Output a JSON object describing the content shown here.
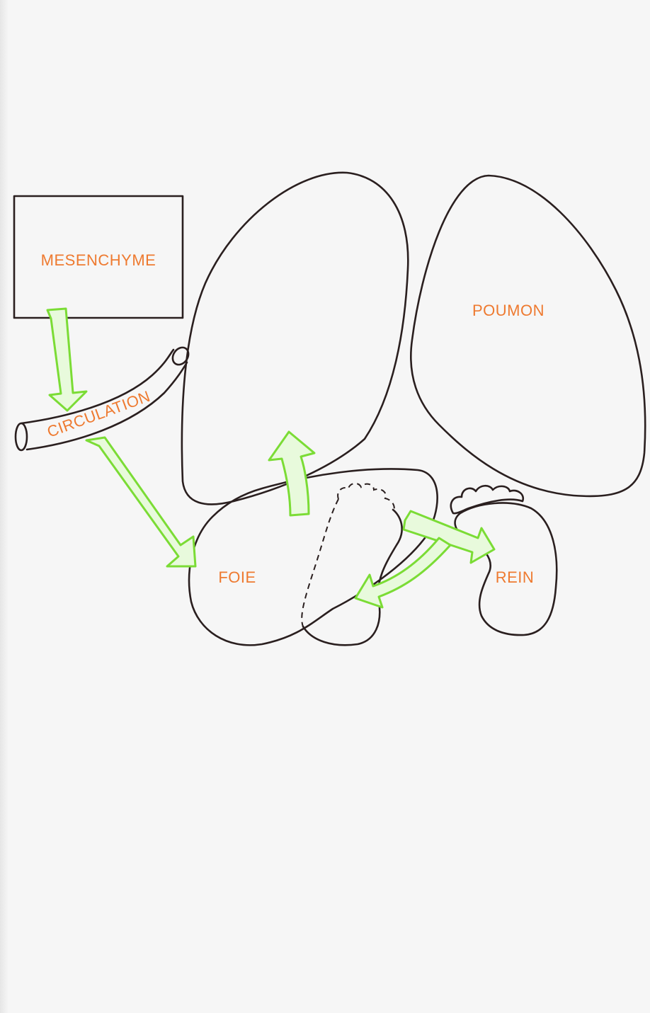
{
  "labels": {
    "mesenchyme": "MESENCHYME",
    "circulation": "CIRCULATION",
    "poumon": "POUMON",
    "foie": "FOIE",
    "rein": "REIN"
  },
  "colors": {
    "label": "#ee7a30",
    "outline": "#2a1f1f",
    "arrow": "#7bdc35",
    "arrow_fill": "#e8fadc",
    "paper": "#f6f6f6"
  }
}
